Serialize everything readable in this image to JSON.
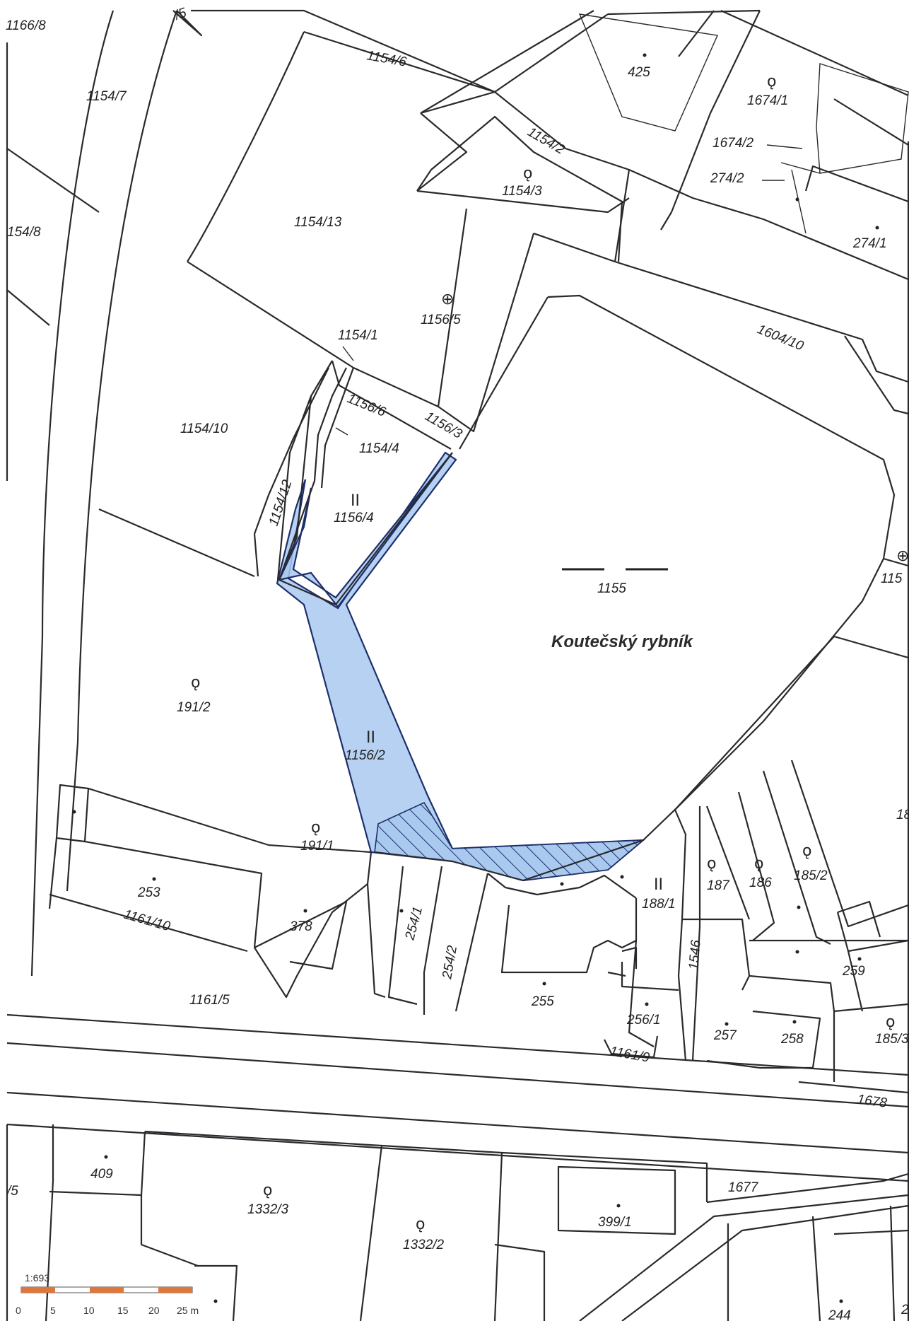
{
  "map": {
    "water_name": "Koutečský rybník",
    "scale_label": "1:693",
    "scale_ticks": [
      "0",
      "5",
      "10",
      "15",
      "20",
      "25 m"
    ],
    "colors": {
      "highlight": "#a9c9ee",
      "highlight_border": "#1d2f6b",
      "scalebar": "#e0763a",
      "lines": "#2a2a2e"
    },
    "parcels": {
      "p1166_8": "1166/8",
      "p_5top": "/5",
      "p1154_6": "1154/6",
      "p425": "425",
      "p1674_1": "1674/1",
      "p1154_7": "1154/7",
      "p1674_2": "1674/2",
      "p1154_2": "1154/2",
      "p274_2": "274/2",
      "p1154_3": "1154/3",
      "p154_8": "154/8",
      "p1154_13": "1154/13",
      "p274_1": "274/1",
      "p1156_5": "1156/5",
      "p1604_10": "1604/10",
      "p1154_1": "1154/1",
      "p1156_6": "1156/6",
      "p1154_10": "1154/10",
      "p1156_3": "1156/3",
      "p1154_4": "1154/4",
      "p1154_12": "1154/12",
      "p1156_4": "1156/4",
      "p1155": "1155",
      "p115x": "115",
      "p191_2": "191/2",
      "p1156_2": "1156/2",
      "p18": "18",
      "p191_1": "191/1",
      "p187": "187",
      "p186": "186",
      "p185_2": "185/2",
      "p253": "253",
      "p188_1": "188/1",
      "p254_1": "254/1",
      "p378": "378",
      "p1161_10": "1161/10",
      "p254_2": "254/2",
      "p1546": "1546",
      "p259": "259",
      "p1161_5": "1161/5",
      "p255": "255",
      "p256_1": "256/1",
      "p257": "257",
      "p258": "258",
      "p185_3": "185/3",
      "p1161_9": "1161/9",
      "p1678": "1678",
      "p409": "409",
      "p_5left": "/5",
      "p1332_3": "1332/3",
      "p1677": "1677",
      "p399_1": "399/1",
      "p1332_2": "1332/2",
      "p244": "244",
      "p2r": "2"
    }
  }
}
